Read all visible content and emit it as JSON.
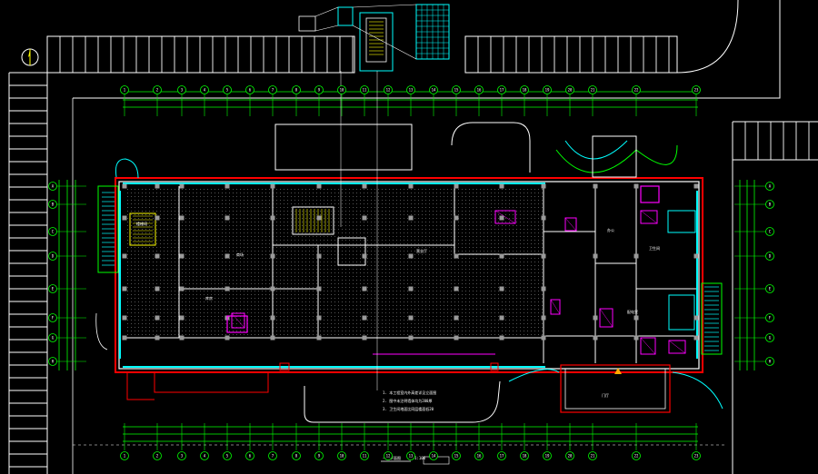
{
  "drawing": {
    "background": "#000000",
    "colors": {
      "wall": "#ffffff",
      "dim": "#00ff00",
      "axis": "#00ff00",
      "window": "#00ffff",
      "fixture": "#ff00ff",
      "boundary": "#ff0000",
      "column": "#9a9a9a",
      "stair": "#ffff00",
      "parking": "#ffffff"
    },
    "north_symbol": "north-arrow-icon",
    "grid_labels_top": [
      "1",
      "2",
      "3",
      "4",
      "5",
      "6",
      "7",
      "8",
      "9",
      "10",
      "11",
      "12",
      "13",
      "14",
      "15",
      "16",
      "17",
      "18",
      "19",
      "20",
      "21",
      "22",
      "23"
    ],
    "grid_labels_left": [
      "A",
      "B",
      "C",
      "D",
      "E",
      "F",
      "G",
      "H"
    ],
    "grid_labels_right": [
      "A",
      "B",
      "C",
      "D",
      "E",
      "F",
      "G",
      "H"
    ],
    "room_labels": [
      "商场",
      "营业厅",
      "库房",
      "卫生间",
      "楼梯间",
      "门厅",
      "办公",
      "配电室"
    ],
    "notes": [
      "1. 本工程室内外高差详见立面图",
      "2. 图中未注明墙体均为200厚",
      "3. 卫生间地面比同层楼面低20"
    ],
    "plan_title": "一层平面图",
    "plan_scale": "1:100"
  }
}
